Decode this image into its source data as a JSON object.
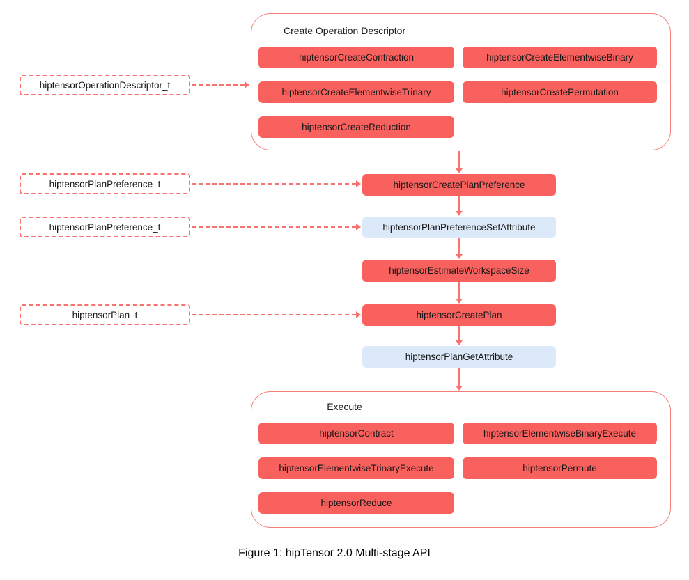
{
  "colors": {
    "node_red": "#f9615e",
    "node_blue": "#dbe9f8",
    "stroke_red": "#f8726f",
    "group_border": "#f87f7c",
    "text": "#161616"
  },
  "top_group": {
    "title": "Create Operation Descriptor",
    "buttons": [
      "hiptensorCreateContraction",
      "hiptensorCreateElementwiseBinary",
      "hiptensorCreateElementwiseTrinary",
      "hiptensorCreatePermutation",
      "hiptensorCreateReduction"
    ]
  },
  "type_labels": [
    "hiptensorOperationDescriptor_t",
    "hiptensorPlanPreference_t",
    "hiptensorPlanPreference_t",
    "hiptensorPlan_t"
  ],
  "pipeline": [
    "hiptensorCreatePlanPreference",
    "hiptensorPlanPreferenceSetAttribute",
    "hiptensorEstimateWorkspaceSize",
    "hiptensorCreatePlan",
    "hiptensorPlanGetAttribute"
  ],
  "bottom_group": {
    "title": "Execute",
    "buttons": [
      "hiptensorContract",
      "hiptensorElementwiseBinaryExecute",
      "hiptensorElementwiseTrinaryExecute",
      "hiptensorPermute",
      "hiptensorReduce"
    ]
  },
  "caption": "Figure 1: hipTensor 2.0 Multi-stage API"
}
